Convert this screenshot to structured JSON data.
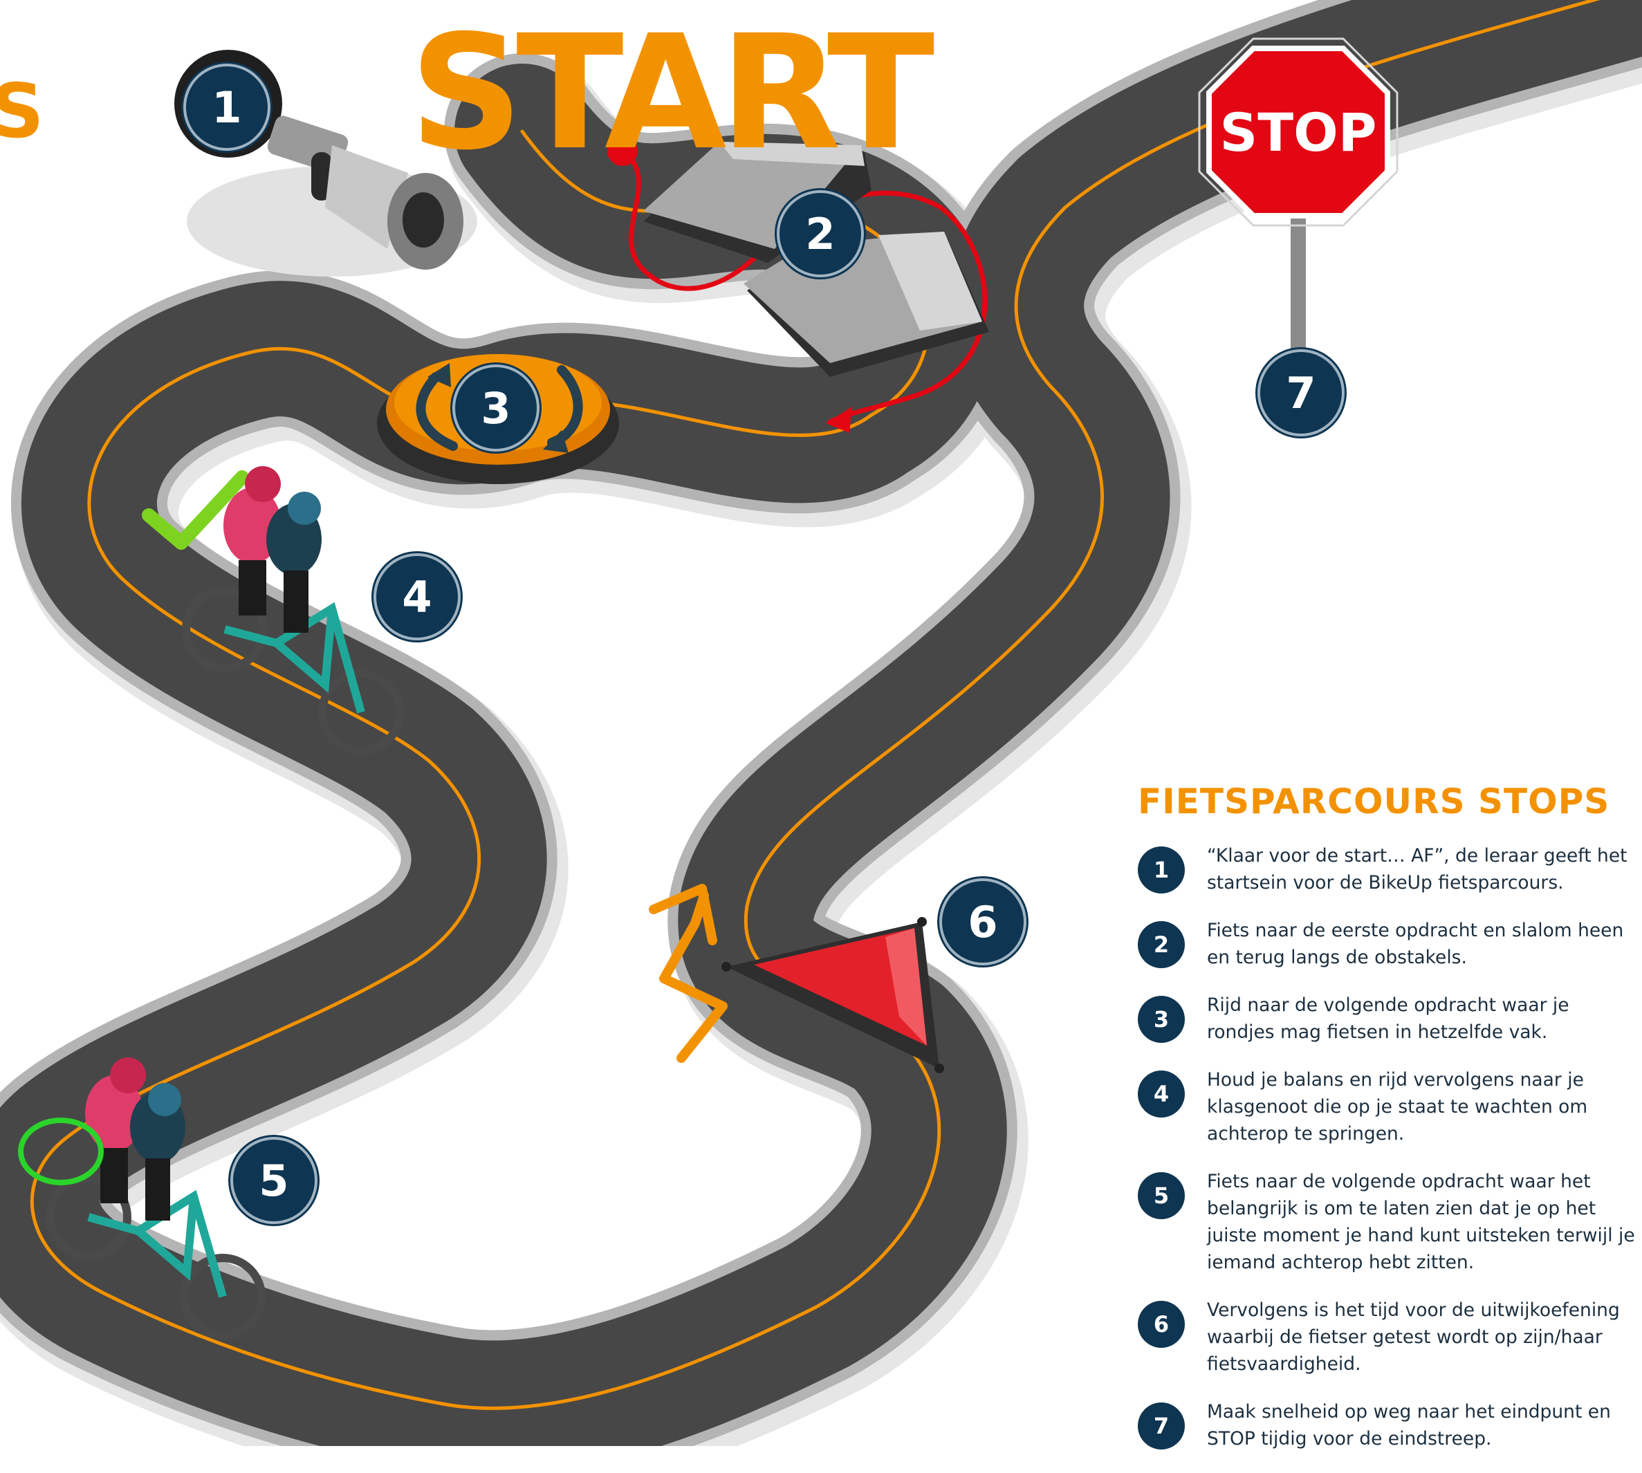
{
  "heading": "START",
  "cut_letter": "S",
  "sign_text": "STOP",
  "badges": [
    "1",
    "2",
    "3",
    "4",
    "5",
    "6",
    "7"
  ],
  "panel": {
    "title": "FIETSPARCOURS STOPS",
    "stops": [
      {
        "number": "1",
        "text": "“Klaar voor de start… AF”, de leraar geeft het startsein voor de BikeUp fietsparcours."
      },
      {
        "number": "2",
        "text": "Fiets naar de eerste opdracht en slalom heen en terug langs de obstakels."
      },
      {
        "number": "3",
        "text": "Rijd naar de volgende opdracht waar je rondjes mag fietsen in hetzelfde vak."
      },
      {
        "number": "4",
        "text": "Houd je balans en rijd vervolgens naar je klasgenoot die op je staat te wachten om achterop te springen."
      },
      {
        "number": "5",
        "text": "Fiets naar de volgende opdracht waar het belangrijk is om te laten zien dat je op het juiste moment je hand kunt uitsteken terwijl je iemand achterop hebt zitten."
      },
      {
        "number": "6",
        "text": "Vervolgens is het tijd voor de uitwijkoefening waarbij de fietser getest wordt op zijn/haar fietsvaardigheid."
      },
      {
        "number": "7",
        "text": "Maak snelheid op weg naar het eindpunt en STOP tijdig voor de eindstreep."
      }
    ]
  },
  "colors": {
    "accent_orange": "#f39200",
    "badge_navy": "#0e3551",
    "road": "#474747",
    "road_edge": "#b4b4b4",
    "stop_red": "#e30613",
    "check_green": "#7ed321"
  },
  "icons": [
    "air-horn-icon",
    "slalom-ramp-icon",
    "spin-platform-icon",
    "cyclist-duo-icon",
    "warning-triangle-icon",
    "stop-sign-icon",
    "zigzag-arrow-icon",
    "checkmark-icon"
  ]
}
